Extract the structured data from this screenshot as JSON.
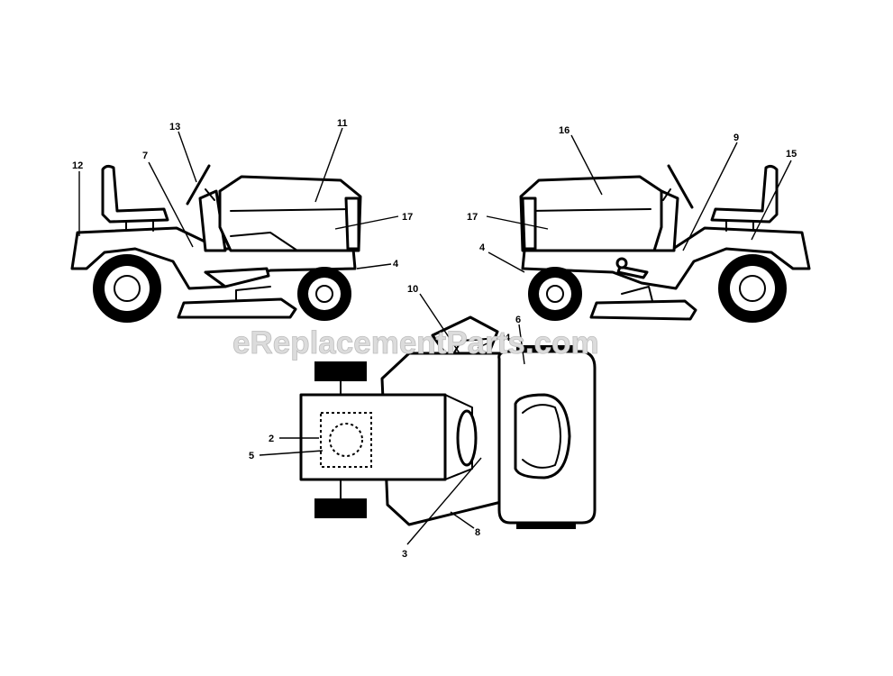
{
  "watermark": "eReplacementParts.com",
  "callouts": [
    {
      "id": "c13a",
      "text": "13"
    },
    {
      "id": "c11",
      "text": "11"
    },
    {
      "id": "c12",
      "text": "12"
    },
    {
      "id": "c7",
      "text": "7"
    },
    {
      "id": "c17a",
      "text": "17"
    },
    {
      "id": "c4a",
      "text": "4"
    },
    {
      "id": "c16",
      "text": "16"
    },
    {
      "id": "c9",
      "text": "9"
    },
    {
      "id": "c15",
      "text": "15"
    },
    {
      "id": "c17b",
      "text": "17"
    },
    {
      "id": "c4b",
      "text": "4"
    },
    {
      "id": "c10",
      "text": "10"
    },
    {
      "id": "c6",
      "text": "6"
    },
    {
      "id": "c14",
      "text": "14"
    },
    {
      "id": "c2",
      "text": "2"
    },
    {
      "id": "c5",
      "text": "5"
    },
    {
      "id": "c3",
      "text": "3"
    },
    {
      "id": "c8",
      "text": "8"
    }
  ]
}
